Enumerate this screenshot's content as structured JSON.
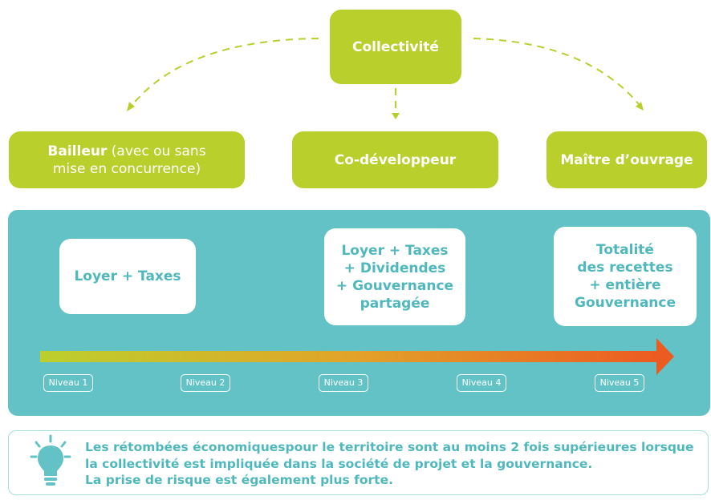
{
  "colors": {
    "green": "#b9cf2c",
    "teal": "#63c2c6",
    "teal_text": "#4fb8bd",
    "arrow_end": "#ec5b21"
  },
  "top_node": {
    "label": "Collectivité"
  },
  "roles": [
    {
      "bold": "Bailleur",
      "rest": " (avec ou sans mise en concurrence)"
    },
    {
      "bold": "Co-développeur",
      "rest": ""
    },
    {
      "bold": "Maître d’ouvrage",
      "rest": ""
    }
  ],
  "revenues": [
    {
      "lines": [
        "Loyer + Taxes"
      ]
    },
    {
      "lines": [
        "Loyer + Taxes",
        "+ Dividendes",
        "+ Gouvernance",
        "partagée"
      ]
    },
    {
      "lines": [
        "Totalité",
        "des recettes",
        "+ entière",
        "Gouvernance"
      ]
    }
  ],
  "levels": [
    "Niveau 1",
    "Niveau 2",
    "Niveau 3",
    "Niveau 4",
    "Niveau 5"
  ],
  "note": {
    "icon": "lightbulb-icon",
    "lines": [
      "Les rétombées économiquespour le territoire sont au moins 2 fois supérieures lorsque",
      "la collectivité est impliquée dans la société de projet et la gouvernance.",
      "La prise de risque est également plus forte."
    ]
  }
}
